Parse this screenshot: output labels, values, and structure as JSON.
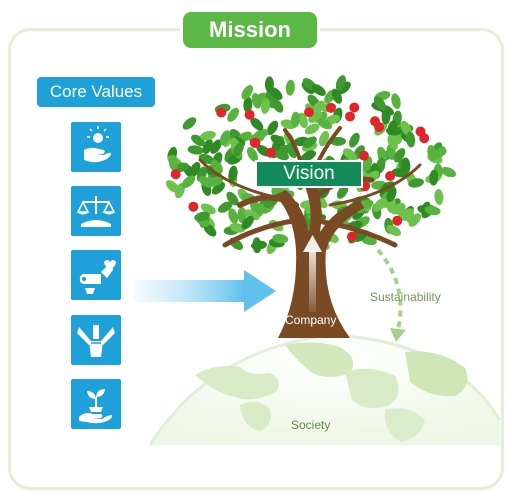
{
  "mission": {
    "label": "Mission"
  },
  "core_values": {
    "label": "Core Values",
    "icons": [
      "idea-hand-icon",
      "balance-scale-icon",
      "wrench-heart-icon",
      "joined-hands-icon",
      "plant-hand-icon"
    ]
  },
  "tree": {
    "vision_label": "Vision",
    "company_label": "Company",
    "sustainability_label": "Sustainability",
    "society_label": "Society"
  },
  "colors": {
    "mission_green": "#5cb845",
    "core_blue": "#1ea1d9",
    "vision_green": "#138a5b",
    "leaf_green": "#3e9a2e",
    "trunk_brown": "#7a4a24",
    "apple_red": "#e0262b"
  }
}
